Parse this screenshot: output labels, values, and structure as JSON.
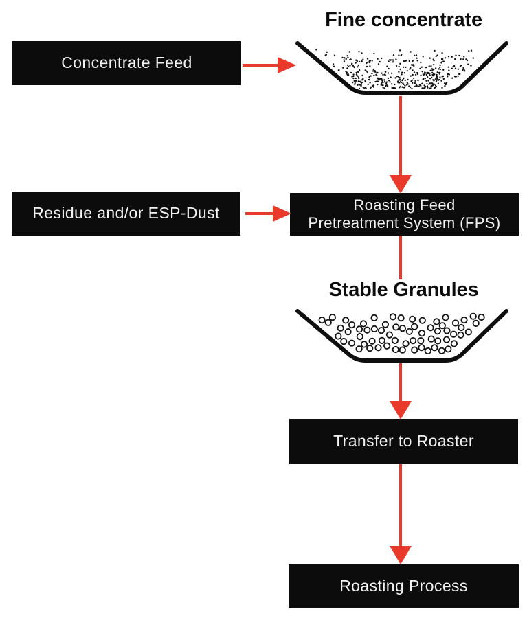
{
  "diagram": {
    "titles": {
      "fine_concentrate": "Fine concentrate",
      "stable_granules": "Stable Granules"
    },
    "boxes": {
      "concentrate_feed": "Concentrate Feed",
      "residue_esp_dust": "Residue and/or ESP-Dust",
      "fps_line1": "Roasting Feed",
      "fps_line2": "Pretreatment System (FPS)",
      "transfer_to_roaster": "Transfer to Roaster",
      "roasting_process": "Roasting Process"
    },
    "colors": {
      "background": "#ffffff",
      "box_bg": "#0c0c0c",
      "box_text": "#f2f2f2",
      "arrow": "#e8392b",
      "outline": "#0e0e0e",
      "title_text": "#0c0c0c"
    },
    "hoppers": {
      "fine_particle_count": 430,
      "granule_count": 66
    }
  }
}
